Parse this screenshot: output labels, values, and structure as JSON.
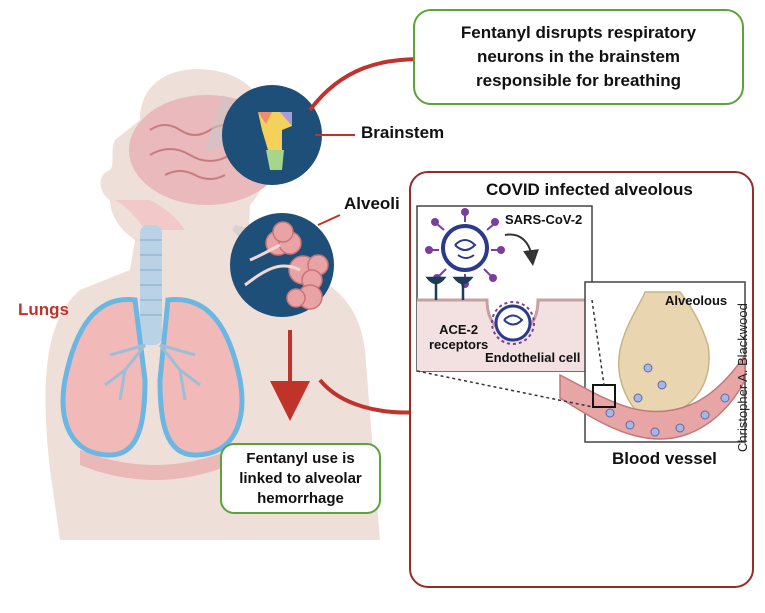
{
  "labels": {
    "brainstem": "Brainstem",
    "alveoli": "Alveoli",
    "lungs": "Lungs",
    "covid_title": "COVID infected alveolous",
    "sars": "SARS-CoV-2",
    "ace2_line1": "ACE-2",
    "ace2_line2": "receptors",
    "endothelial": "Endothelial cell",
    "alveolous": "Alveolous",
    "blood_vessel": "Blood vessel"
  },
  "boxes": {
    "top": [
      "Fentanyl disrupts respiratory",
      "neurons in the brainstem",
      "responsible for breathing"
    ],
    "bottom": [
      "Fentanyl use is",
      "linked to alveolar",
      "hemorrhage"
    ]
  },
  "credit": "Christopher A. Blackwood",
  "colors": {
    "body": "#eedfd9",
    "arrow": "#c0332b",
    "lungs": "#f2b9b9",
    "lung_outline": "#6cb7e1",
    "trachea": "#b9d2e6",
    "circle": "#1d4f78",
    "box_border": "#5aa43a",
    "covid_border": "#9b2a24",
    "alveolous": "#e9d6b0",
    "vessel": "#e8a5a6"
  }
}
